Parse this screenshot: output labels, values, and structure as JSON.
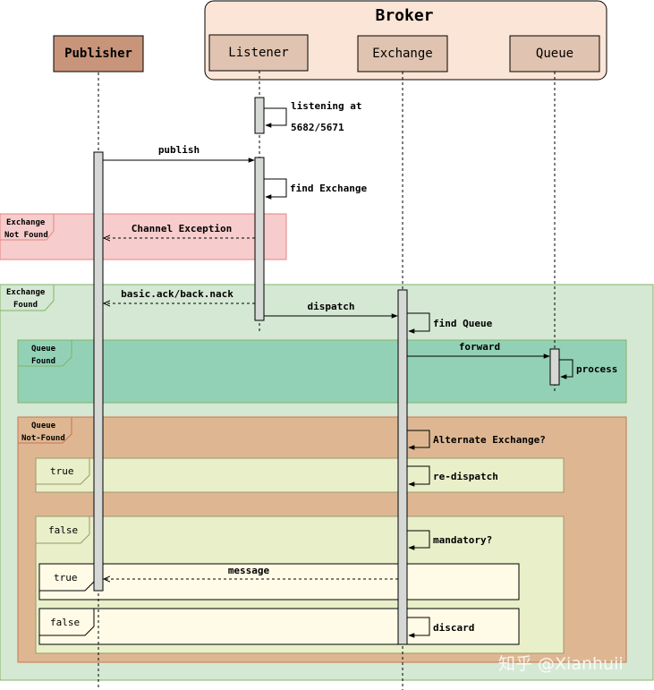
{
  "broker": {
    "title": "Broker"
  },
  "participants": {
    "publisher": "Publisher",
    "listener": "Listener",
    "exchange": "Exchange",
    "queue": "Queue"
  },
  "messages": {
    "listening_1": "listening at",
    "listening_2": "5682/5671",
    "publish": "publish",
    "find_exchange": "find Exchange",
    "channel_exception": "Channel Exception",
    "basic_ack": "basic.ack/back.nack",
    "dispatch": "dispatch",
    "find_queue": "find Queue",
    "forward": "forward",
    "process": "process",
    "alternate_exchange": "Alternate Exchange?",
    "re_dispatch": "re-dispatch",
    "mandatory": "mandatory?",
    "message": "message",
    "discard": "discard"
  },
  "fragments": {
    "exchange_not_found_1": "Exchange",
    "exchange_not_found_2": "Not Found",
    "exchange_found_1": "Exchange",
    "exchange_found_2": "Found",
    "queue_found_1": "Queue",
    "queue_found_2": "Found",
    "queue_not_found_1": "Queue",
    "queue_not_found_2": "Not-Found",
    "alt_true": "true",
    "alt_false": "false",
    "mandatory_true": "true",
    "mandatory_false": "false"
  },
  "watermark": "知乎 @Xianhuii",
  "colors": {
    "broker_bg": "#fbe5d6",
    "publisher_bg": "#c8957a",
    "participant_bg": "#e0c3b0",
    "not_found_bg": "#f6cccc",
    "found_bg": "#d5e8d4",
    "queue_found_bg": "#93d1b7",
    "queue_not_found_bg": "#deb792",
    "alt_bg": "#e9efc9",
    "mandatory_bg": "#fffbe6",
    "activation_bg": "#d5d8d4"
  }
}
